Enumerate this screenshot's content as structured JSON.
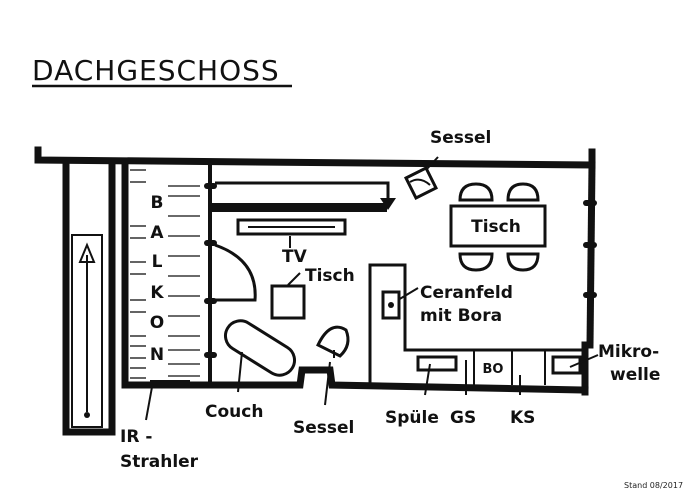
{
  "title": "DACHGESCHOSS",
  "stand": "Stand 08/2017",
  "balkon_letters": [
    "B",
    "A",
    "L",
    "K",
    "O",
    "N"
  ],
  "labels": {
    "sessel_top": "Sessel",
    "tisch_dining": "Tisch",
    "tv": "TV",
    "tisch_couch": "Tisch",
    "ceranfeld_1": "Ceranfeld",
    "ceranfeld_2": "mit Bora",
    "bo": "BO",
    "mikro_1": "Mikro-",
    "mikro_2": "welle",
    "ir_1": "IR -",
    "ir_2": "Strahler",
    "couch": "Couch",
    "sessel_bottom": "Sessel",
    "spuele": "Spüle",
    "gs": "GS",
    "ks": "KS"
  }
}
